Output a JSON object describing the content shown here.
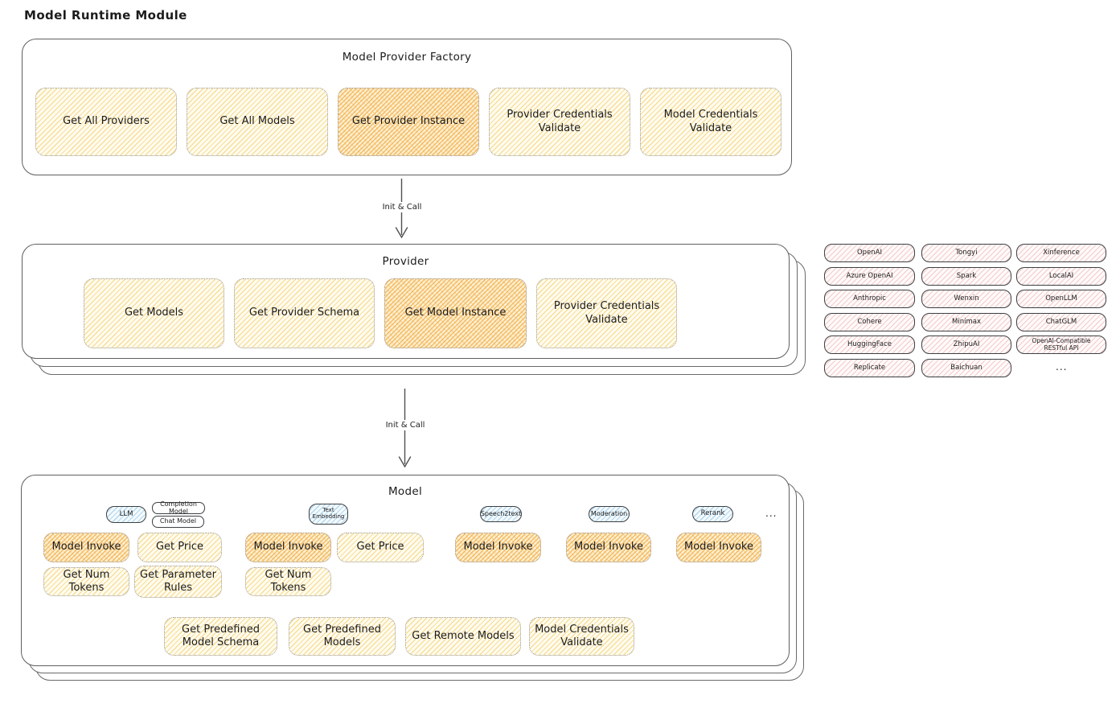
{
  "page": {
    "title": "Model Runtime Module"
  },
  "colors": {
    "yellow_fill": "#fffcf0",
    "yellow_hatch": "#f6d88c",
    "orange_fill": "#fdf0d0",
    "orange_hatch": "#f2b256",
    "pink_fill": "#fffafa",
    "pink_hatch": "#eeb0b0",
    "blue_fill": "#f3fafd",
    "blue_hatch": "#92c4e6",
    "panel_stroke": "#5f5f5f",
    "chip_stroke": "#3d4043",
    "text": "#1c1c1c"
  },
  "factory": {
    "title": "Model Provider Factory",
    "get_all_providers": "Get All Providers",
    "get_all_models": "Get All Models",
    "get_provider_instance": "Get Provider Instance",
    "provider_credentials_validate": "Provider Credentials Validate",
    "model_credentials_validate": "Model Credentials Validate"
  },
  "arrows": {
    "init_call_1": "Init & Call",
    "init_call_2": "Init & Call"
  },
  "provider": {
    "title": "Provider",
    "get_models": "Get Models",
    "get_provider_schema": "Get Provider Schema",
    "get_model_instance": "Get Model Instance",
    "provider_credentials_validate": "Provider Credentials Validate"
  },
  "providers": {
    "column1": [
      "OpenAI",
      "Azure OpenAI",
      "Anthropic",
      "Cohere",
      "HuggingFace",
      "Replicate"
    ],
    "column2": [
      "Tongyi",
      "Spark",
      "Wenxin",
      "Minimax",
      "ZhipuAI",
      "Baichuan"
    ],
    "column3": [
      "Xinference",
      "LocalAI",
      "OpenLLM",
      "ChatGLM",
      "OpenAI-Compatible RESTful API"
    ],
    "more": "..."
  },
  "model": {
    "title": "Model",
    "ellipsis": "...",
    "tabs": {
      "llm": "LLM",
      "completion_model": "Completion Model",
      "chat_model": "Chat Model",
      "text_embedding": "Text Embedding",
      "speech2text": "Speech2text",
      "moderation": "Moderation",
      "rerank": "Rerank"
    },
    "actions": {
      "model_invoke": "Model Invoke",
      "get_price": "Get Price",
      "get_num_tokens": "Get Num Tokens",
      "get_parameter_rules": "Get Parameter Rules",
      "get_predefined_model_schema": "Get Predefined Model Schema",
      "get_predefined_models": "Get Predefined Models",
      "get_remote_models": "Get Remote Models",
      "model_credentials_validate": "Model Credentials Validate"
    }
  }
}
